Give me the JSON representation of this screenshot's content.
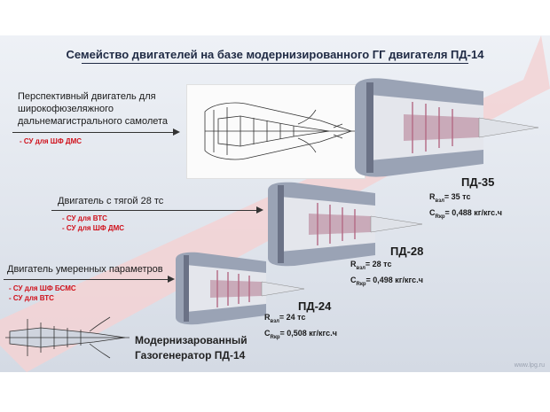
{
  "title": "Семейство двигателей на базе модернизированного ГГ двигателя ПД-14",
  "rows": [
    {
      "label_lines": [
        "Перспективный двигатель для",
        "широкофюзеляжного",
        "дальнемагистрального самолета"
      ],
      "bullets": [
        "- СУ для ШФ ДМС"
      ]
    },
    {
      "label_lines": [
        "Двигатель с тягой 28 тс"
      ],
      "bullets": [
        "- СУ для ВТС",
        "- СУ для ШФ ДМС"
      ]
    },
    {
      "label_lines": [
        "Двигатель умеренных параметров"
      ],
      "bullets": [
        "- СУ для ШФ БСМС",
        "- СУ для ВТС"
      ]
    }
  ],
  "engines": [
    {
      "name": "ПД-35",
      "thrust_label": "R",
      "thrust_sub": "взл",
      "thrust_value": "= 35 тс",
      "sfc_label": "C",
      "sfc_sub": "Rкр",
      "sfc_value": "= 0,488 кг/кгс.ч"
    },
    {
      "name": "ПД-28",
      "thrust_label": "R",
      "thrust_sub": "взл",
      "thrust_value": "= 28 тс",
      "sfc_label": "C",
      "sfc_sub": "Rкр",
      "sfc_value": "= 0,498 кг/кгс.ч"
    },
    {
      "name": "ПД-24",
      "thrust_label": "R",
      "thrust_sub": "взл",
      "thrust_value": "= 24 тс",
      "sfc_label": "C",
      "sfc_sub": "Rкр",
      "sfc_value": "= 0,508 кг/кгс.ч"
    }
  ],
  "gas_generator": {
    "line1": "Модернизарованный",
    "line2": "Газогенератор ПД-14"
  },
  "watermark": "www.lpg.ru",
  "colors": {
    "bullet": "#d0101a",
    "engine_body": "#8a93a6",
    "engine_core": "#c9a9b8",
    "arrow": "#f3c6c6"
  }
}
